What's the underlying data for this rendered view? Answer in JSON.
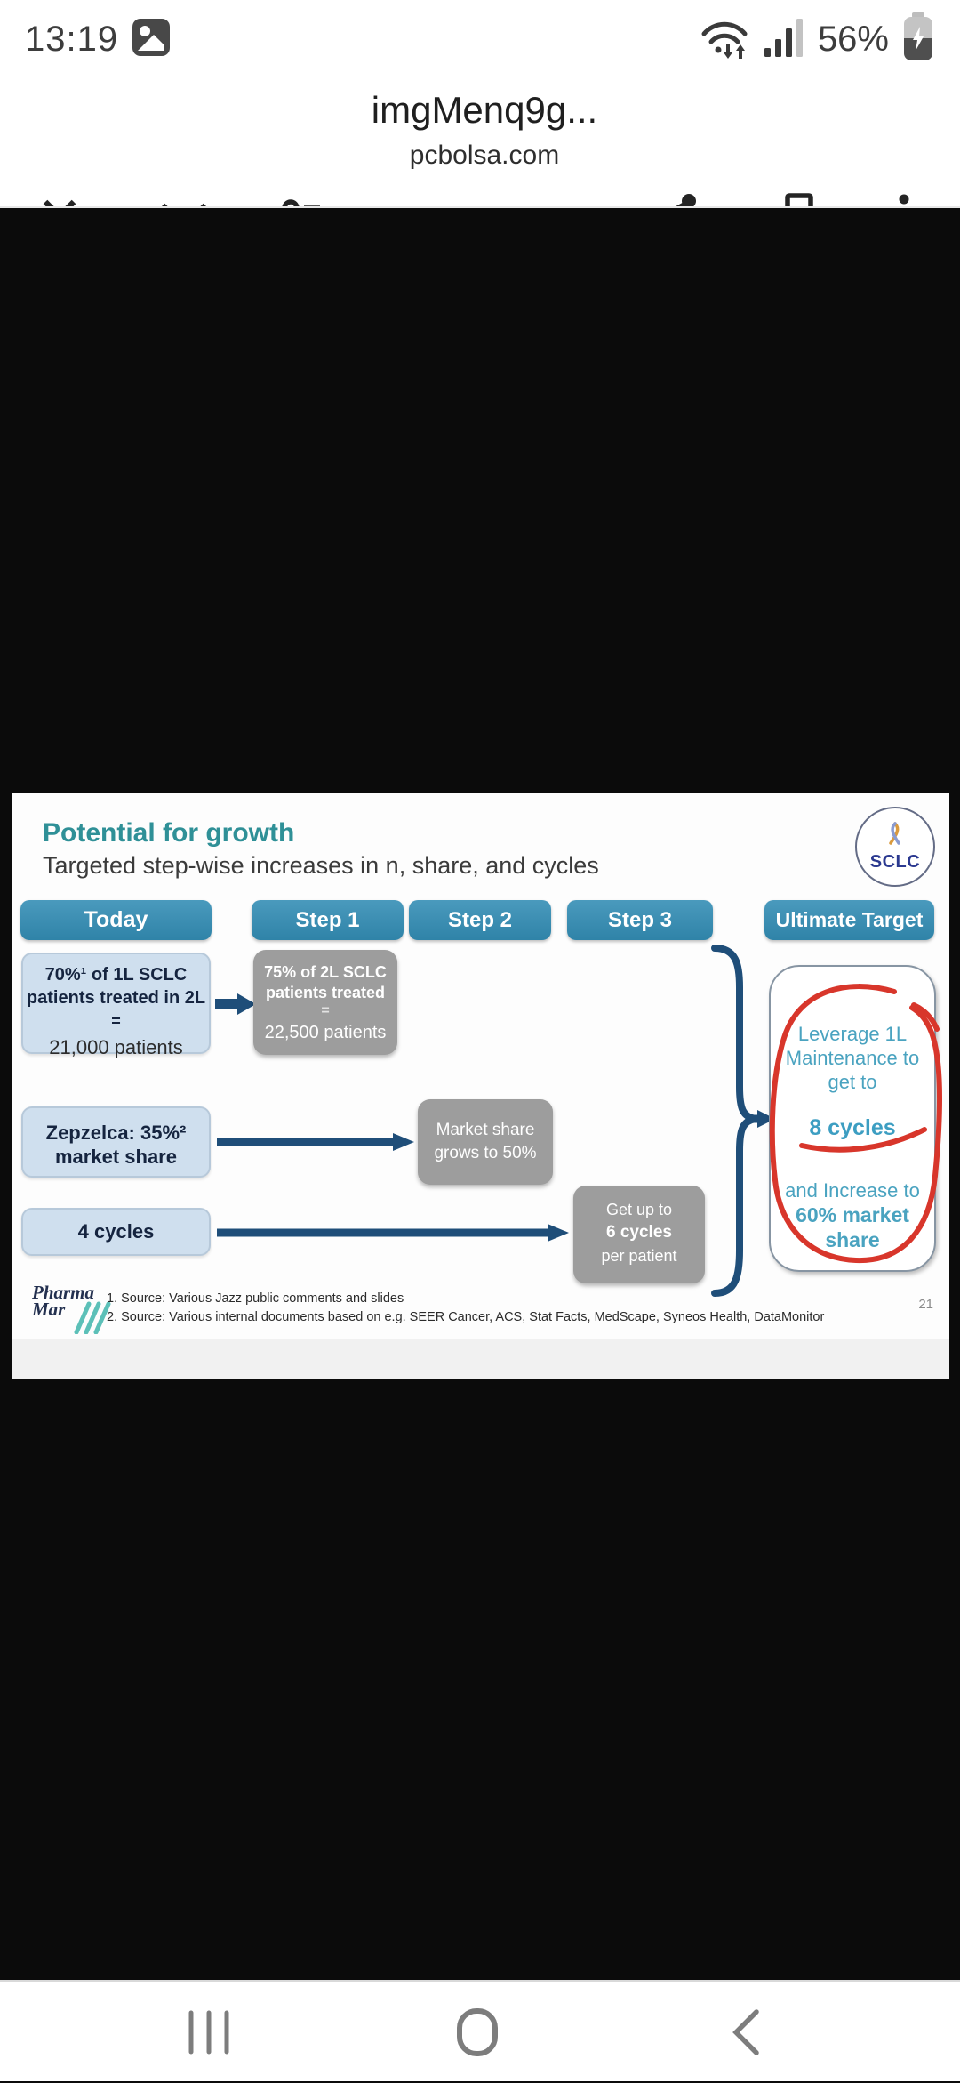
{
  "status_bar": {
    "time": "13:19",
    "battery": "56%"
  },
  "toolbar": {
    "title": "imgMenq9g...",
    "url": "pcbolsa.com"
  },
  "slide": {
    "title": "Potential for growth",
    "subtitle": "Targeted step-wise increases in n, share, and cycles",
    "badge_label": "SCLC",
    "columns": [
      "Today",
      "Step 1",
      "Step 2",
      "Step 3",
      "Ultimate Target"
    ],
    "row1": {
      "today": {
        "l1": "70%¹ of 1L SCLC",
        "l2": "patients treated in 2L",
        "eq": "=",
        "l3": "21,000 patients"
      },
      "target": {
        "l1": "75% of 2L SCLC",
        "l2": "patients treated",
        "eq": "=",
        "l3": "22,500 patients"
      }
    },
    "row2": {
      "today": {
        "l1": "Zepzelca: 35%²",
        "l2": "market share"
      },
      "target": {
        "l1": "Market share",
        "l2": "grows to 50%"
      }
    },
    "row3": {
      "today": {
        "l1": "4 cycles"
      },
      "target": {
        "l1": "Get up to",
        "l2": "6 cycles",
        "l3": "per patient"
      }
    },
    "ultimate": {
      "t1": "Leverage 1L",
      "t2": "Maintenance to",
      "t3": "get to",
      "highlight": "8 cycles",
      "b1": "and Increase to",
      "b2": "60% market",
      "b3": "share"
    },
    "footnotes": [
      "1.   Source: Various Jazz public comments and slides",
      "2.   Source: Various internal documents based on e.g. SEER Cancer, ACS, Stat Facts, MedScape, Syneos Health, DataMonitor"
    ],
    "logo": {
      "line1": "Pharma",
      "line2": "Mar"
    },
    "page_number": "21"
  },
  "colors": {
    "title_teal": "#2f9097",
    "pill_blue": "#3389ad",
    "box_light_blue": "#cfdfee",
    "box_gray": "#9d9d9d",
    "arrow_navy": "#1f4e79",
    "ultimate_teal": "#4aa3c0",
    "annotation_red": "#d8362b",
    "badge_navy": "#2b3990"
  }
}
